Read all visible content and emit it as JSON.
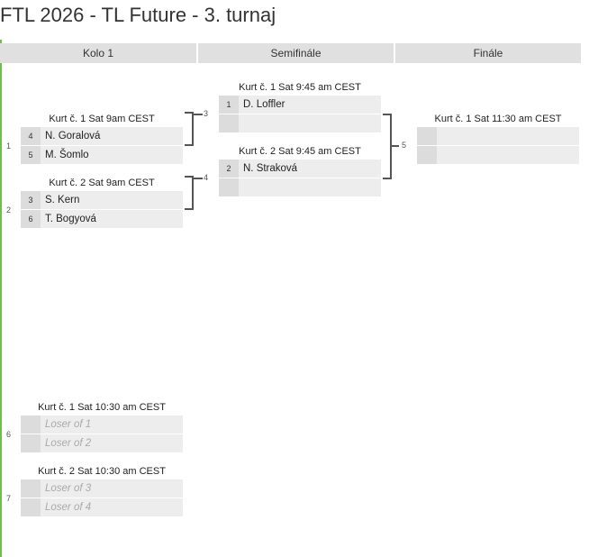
{
  "title": "FTL 2026 - TL Future - 3. turnaj",
  "rounds": [
    "Kolo 1",
    "Semifinále",
    "Finále"
  ],
  "matches": {
    "m1": {
      "number": "1",
      "header": "Kurt č. 1 Sat 9am CEST",
      "p1_seed": "4",
      "p1_name": "N. Goralová",
      "p2_seed": "5",
      "p2_name": "M. Šomlo"
    },
    "m2": {
      "number": "2",
      "header": "Kurt č. 2 Sat 9am CEST",
      "p1_seed": "3",
      "p1_name": "S. Kern",
      "p2_seed": "6",
      "p2_name": "T. Bogyová"
    },
    "m3": {
      "number": "3",
      "header": "Kurt č. 1 Sat 9:45 am CEST",
      "p1_seed": "1",
      "p1_name": "D. Loffler",
      "p2_seed": "",
      "p2_name": ""
    },
    "m4": {
      "number": "4",
      "header": "Kurt č. 2 Sat 9:45 am CEST",
      "p1_seed": "2",
      "p1_name": "N. Straková",
      "p2_seed": "",
      "p2_name": ""
    },
    "m5": {
      "number": "5",
      "header": "Kurt č. 1 Sat 11:30 am CEST",
      "p1_seed": "",
      "p1_name": "",
      "p2_seed": "",
      "p2_name": ""
    },
    "m6": {
      "number": "6",
      "header": "Kurt č. 1 Sat 10:30 am CEST",
      "p1_seed": "",
      "p1_name": "Loser of 1",
      "p2_seed": "",
      "p2_name": "Loser of 2"
    },
    "m7": {
      "number": "7",
      "header": "Kurt č. 2 Sat 10:30 am CEST",
      "p1_seed": "",
      "p1_name": "Loser of 3",
      "p2_seed": "",
      "p2_name": "Loser of 4"
    }
  },
  "colors": {
    "accent": "#6cc04a",
    "header_bg": "#e0e0e0",
    "slot_bg": "#ededed",
    "seed_bg": "#dcdcdc",
    "connector": "#555555"
  }
}
